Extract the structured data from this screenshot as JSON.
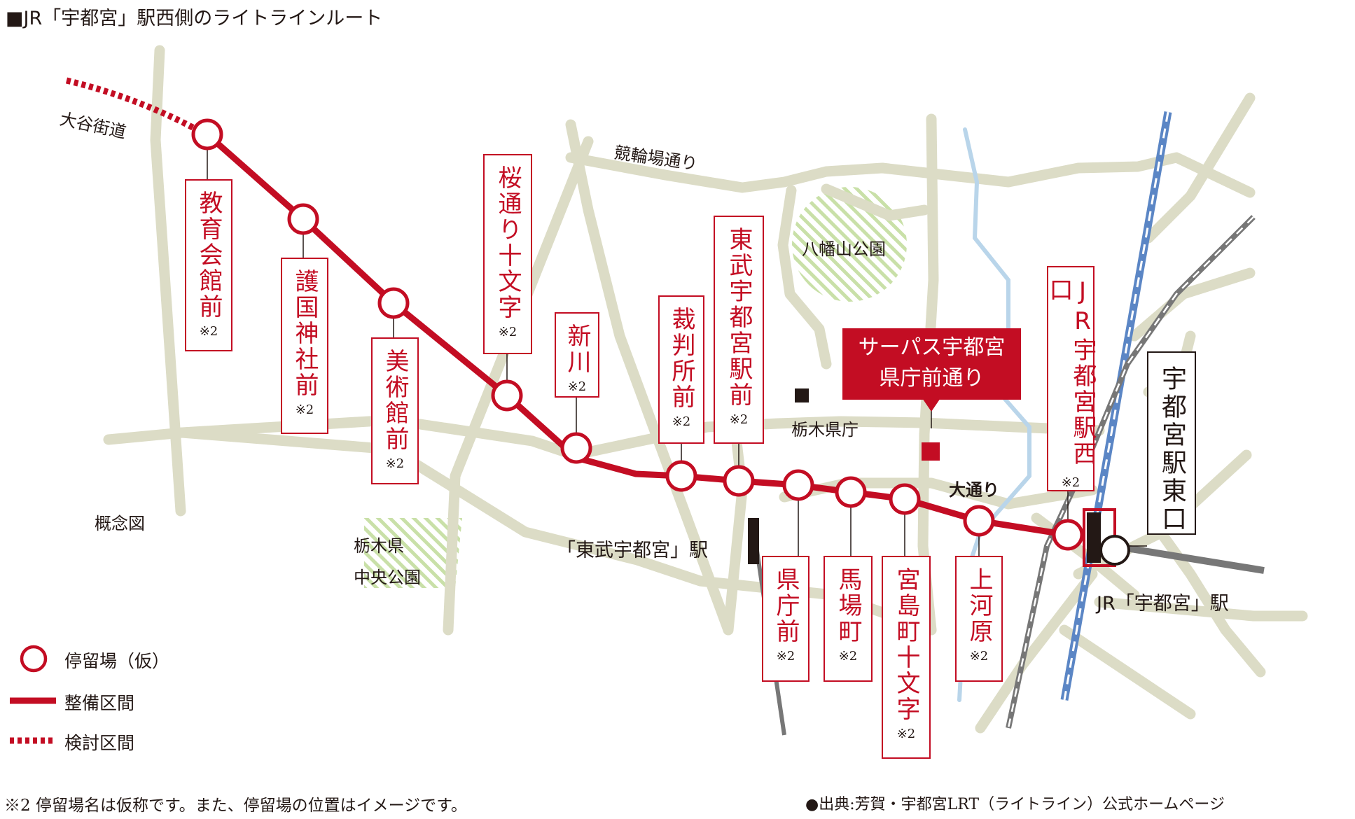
{
  "title": "■JR「宇都宮」駅西側のライトラインルート",
  "roads": {
    "oya_kaido": "大谷街道",
    "keirinjo_dori": "競輪場通り",
    "odori": "大通り"
  },
  "places": {
    "hachimanyama_park": "八幡山公園",
    "tochigi_kencho": "栃木県庁",
    "tochigi_central_park_1": "栃木県",
    "tochigi_central_park_2": "中央公園",
    "tobu_station": "「東武宇都宮」駅",
    "jr_station": "JR「宇都宮」駅",
    "gainenzu": "概念図"
  },
  "stops": [
    {
      "name": "教育会館前",
      "note": "※2"
    },
    {
      "name": "護国神社前",
      "note": "※2"
    },
    {
      "name": "美術館前",
      "note": "※2"
    },
    {
      "name": "桜通り十文字",
      "note": "※2"
    },
    {
      "name": "新川",
      "note": "※2"
    },
    {
      "name": "裁判所前",
      "note": "※2"
    },
    {
      "name": "東武宇都宮駅前",
      "note": "※2"
    },
    {
      "name": "県庁前",
      "note": "※2"
    },
    {
      "name": "馬場町",
      "note": "※2"
    },
    {
      "name": "宮島町十文字",
      "note": "※2"
    },
    {
      "name": "上河原",
      "note": "※2"
    },
    {
      "name": "JR宇都宮駅西口",
      "note": "※2"
    }
  ],
  "east_exit": "宇都宮駅東口",
  "facility": {
    "line1": "サーパス宇都宮",
    "line2": "県庁前通り"
  },
  "legend": {
    "stop": "停留場（仮）",
    "built": "整備区間",
    "planned": "検討区間"
  },
  "footnote_left": "※2 停留場名は仮称です。また、停留場の位置はイメージです。",
  "footnote_right": "●出典:芳賀・宇都宮LRT（ライトライン）公式ホームページ",
  "colors": {
    "route": "#c30d23",
    "road": "#dcdcc6",
    "river": "#b9d5ea",
    "jr_line": "#5b86c5",
    "rail": "#777777",
    "park": "#c9e0a8"
  }
}
